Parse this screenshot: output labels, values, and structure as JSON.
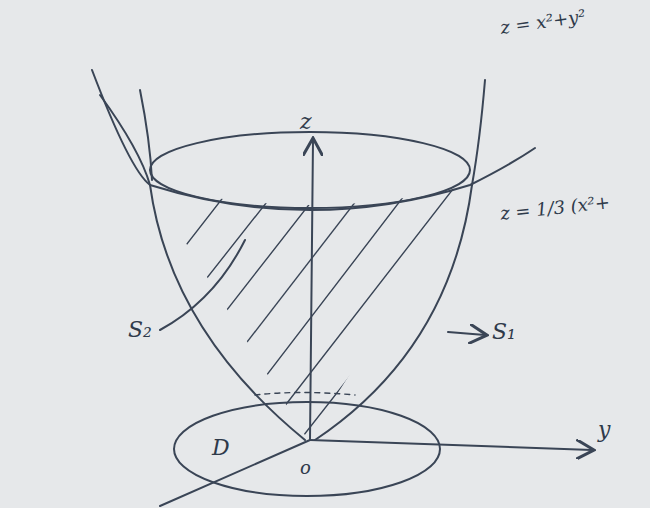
{
  "diagram": {
    "nodes": [
      {
        "text": [
          "D",
          "o"
        ]
      }
    ],
    "labels": [
      "z = x²+y²",
      "z = 1/3 (x²+",
      "z",
      "S₂",
      "S₁",
      "y"
    ]
  }
}
